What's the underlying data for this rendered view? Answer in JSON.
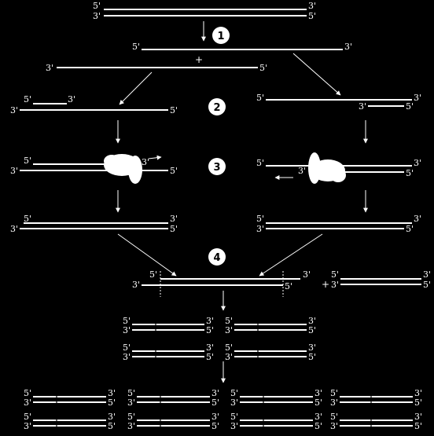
{
  "labels": {
    "five_prime": "5'",
    "three_prime": "3'",
    "plus": "+"
  },
  "steps": [
    "1",
    "2",
    "3",
    "4"
  ],
  "colors": {
    "background": "#000000",
    "strand": "#ffffff"
  }
}
